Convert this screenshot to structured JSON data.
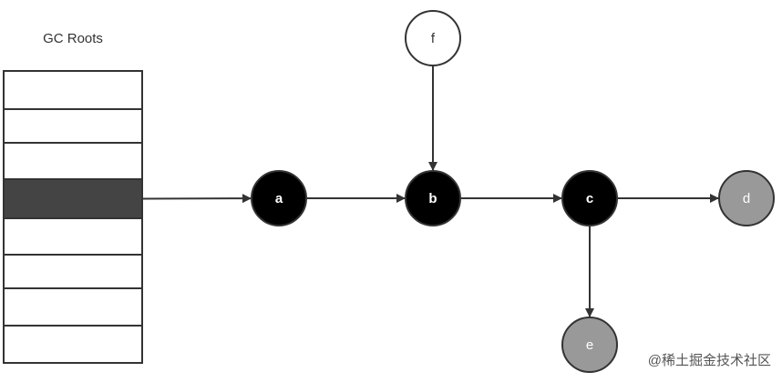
{
  "title": "GC Roots",
  "watermark": "@稀土掘金技术社区",
  "colors": {
    "reachable_fill": "#000000",
    "reachable_text": "#ffffff",
    "unreachable_fill": "#999999",
    "unreachable_text": "#ffffff",
    "plain_fill": "#ffffff",
    "plain_text": "#333333",
    "stroke": "#333333",
    "root_highlight": "#444444"
  },
  "roots": {
    "slot_count": 8,
    "highlighted_slot": 3
  },
  "nodes": [
    {
      "id": "a",
      "label": "a",
      "state": "reachable"
    },
    {
      "id": "b",
      "label": "b",
      "state": "reachable"
    },
    {
      "id": "c",
      "label": "c",
      "state": "reachable"
    },
    {
      "id": "d",
      "label": "d",
      "state": "unreachable"
    },
    {
      "id": "e",
      "label": "e",
      "state": "unreachable"
    },
    {
      "id": "f",
      "label": "f",
      "state": "plain"
    }
  ],
  "edges": [
    {
      "from": "root",
      "to": "a"
    },
    {
      "from": "a",
      "to": "b"
    },
    {
      "from": "f",
      "to": "b"
    },
    {
      "from": "b",
      "to": "c"
    },
    {
      "from": "c",
      "to": "d"
    },
    {
      "from": "c",
      "to": "e"
    }
  ]
}
